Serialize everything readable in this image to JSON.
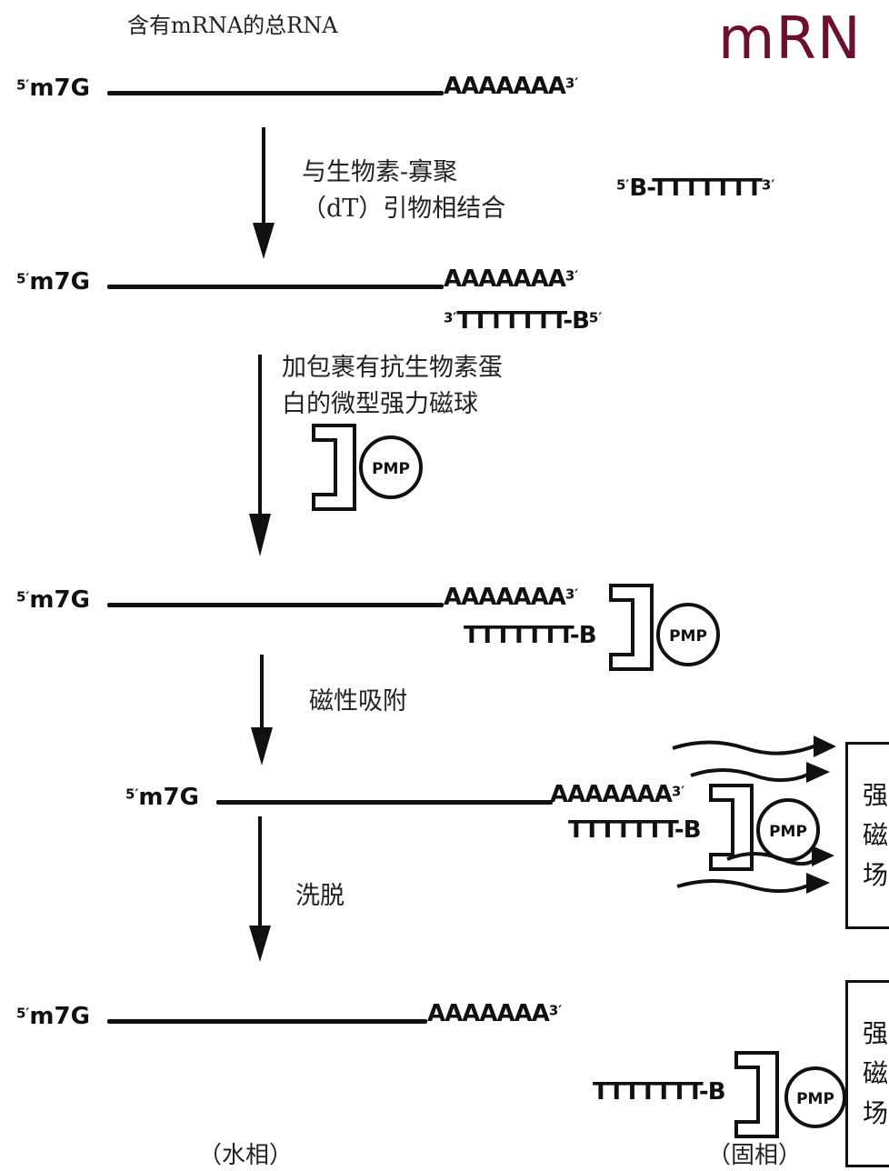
{
  "header": {
    "title": "含有mRNA的总RNA",
    "corner_title": "mRN"
  },
  "labels": {
    "five_prime": "5′",
    "three_prime": "3′",
    "cap": "m7G",
    "polya": "AAAAAAA",
    "primer": "B-TTTTTTT",
    "oligo_bound": "TTTTTTT-B",
    "oligo_bound_5": "TTTTTTT-B",
    "pmp": "PMP"
  },
  "steps": {
    "step1_line1": "与生物素-寡聚",
    "step1_line2": "（dT）引物相结合",
    "step2_line1": "加包裹有抗生物素蛋",
    "step2_line2": "白的微型强力磁球",
    "step3": "磁性吸附",
    "step4": "洗脱"
  },
  "magnet": {
    "char1": "强",
    "char2": "磁",
    "char3": "场"
  },
  "phases": {
    "aqueous": "（水相）",
    "solid": "（固相）"
  }
}
